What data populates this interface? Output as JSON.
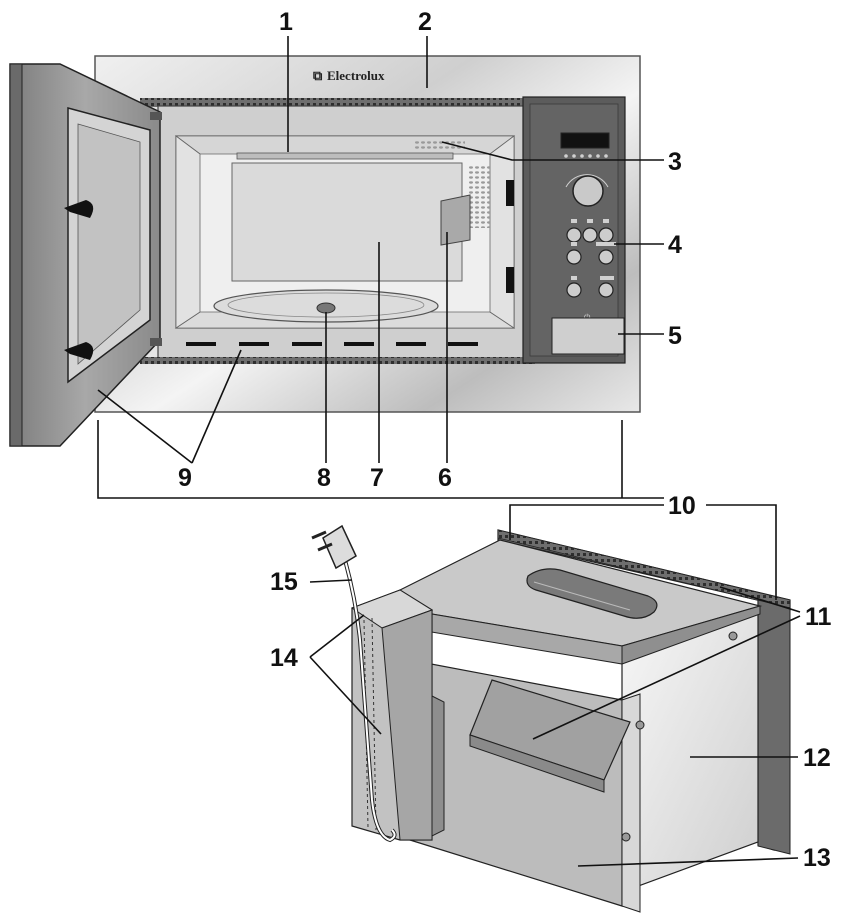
{
  "brand": {
    "logo_glyph": "⧉",
    "name": "Electrolux"
  },
  "panel": {
    "power_symbol": "⏻"
  },
  "callouts": [
    "1",
    "2",
    "3",
    "4",
    "5",
    "6",
    "7",
    "8",
    "9",
    "10",
    "11",
    "12",
    "13",
    "14",
    "15"
  ],
  "colors": {
    "frame": "#d9d9d9",
    "frame_dark": "#9a9a9a",
    "cavity": "#e6e6e6",
    "panel": "#5e5e5e",
    "door": "#9c9c9c",
    "line": "#111111"
  },
  "icons": [
    "knob-icon",
    "button-icon",
    "display-icon",
    "power-plug-icon",
    "turntable-icon"
  ]
}
